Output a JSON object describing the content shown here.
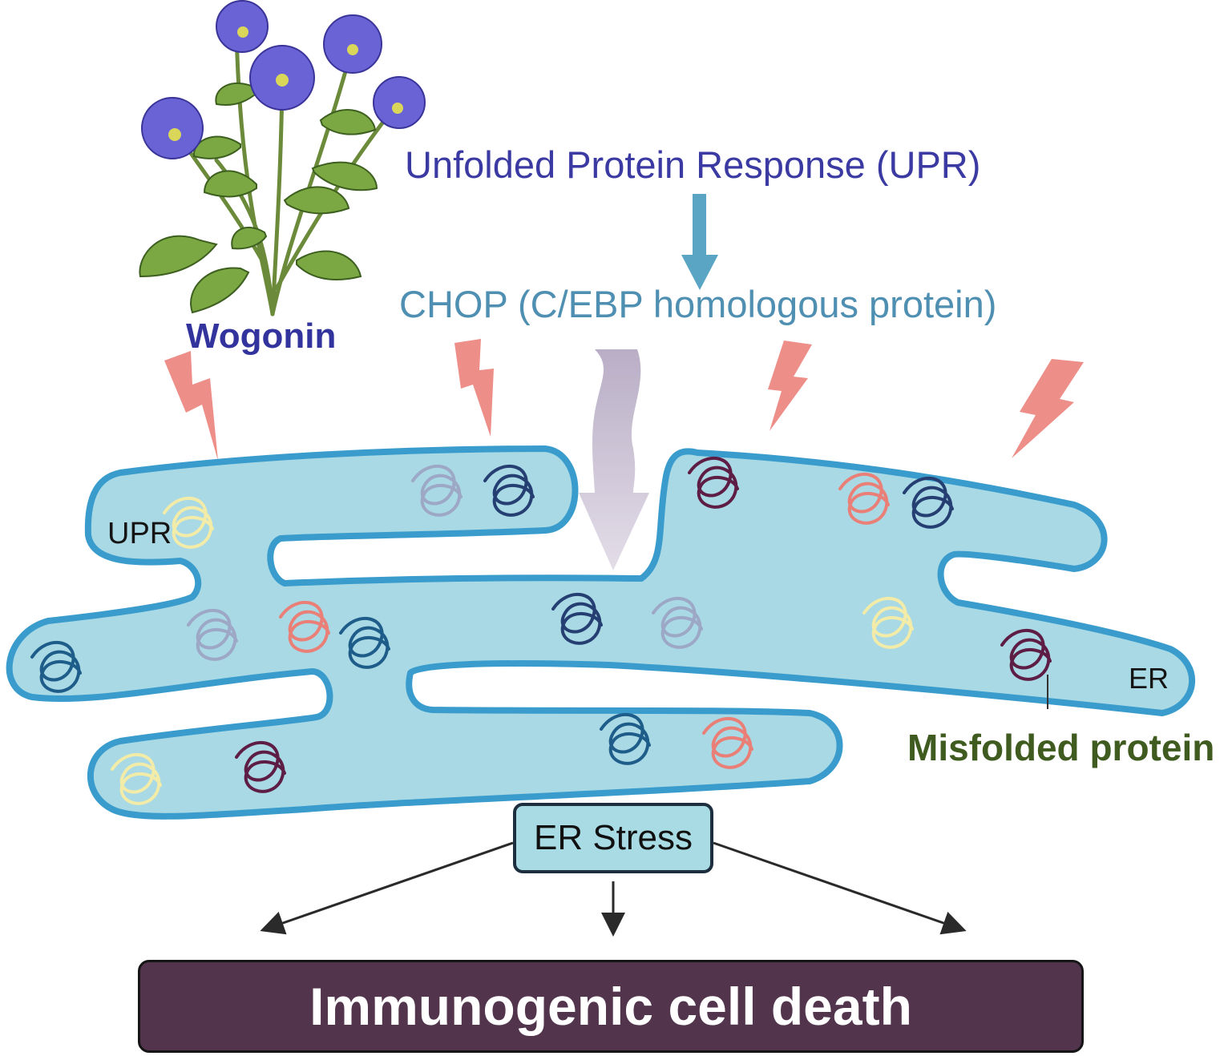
{
  "labels": {
    "upr_title": "Unfolded Protein Response (UPR)",
    "chop_title": "CHOP (C/EBP homologous protein)",
    "wogonin": "Wogonin",
    "upr_tag": "UPR",
    "er_tag": "ER",
    "misfolded": "Misfolded protein",
    "er_stress": "ER Stress",
    "outcome": "Immunogenic cell death"
  },
  "colors": {
    "upr_text": "#3b3aa3",
    "chop_text": "#4e8fb2",
    "wogonin_text": "#33339e",
    "misfolded_text": "#3f5b1f",
    "er_fill": "#a9d9e4",
    "er_outline": "#3a9ccc",
    "down_arrow": "#5aa5c4",
    "lightning": "#ee8e88",
    "wavy_arrow": "#cbbfd3",
    "er_stress_fill": "#a9dbe4",
    "outcome_fill": "#52344d"
  },
  "icons": [
    "flower-plant-icon",
    "lightning-bolt-icon",
    "wavy-arrow-icon",
    "protein-tangle-icon",
    "er-membrane-icon"
  ]
}
